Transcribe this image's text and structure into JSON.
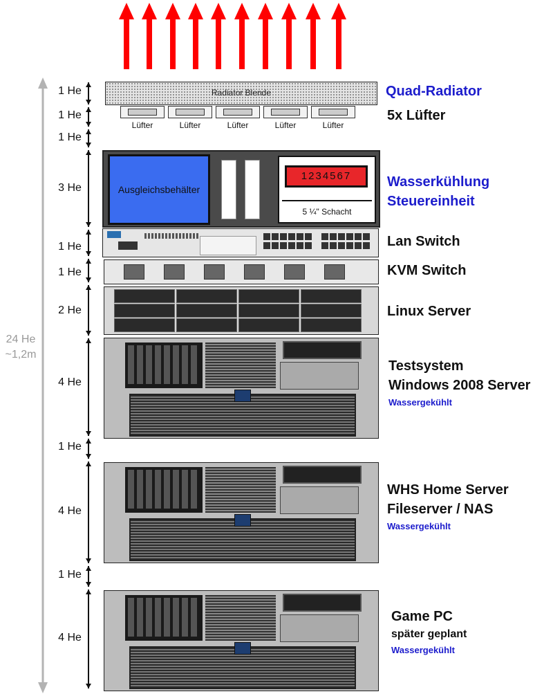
{
  "total": {
    "units": "24 He",
    "height": "~1,2m"
  },
  "units": [
    "1 He",
    "1 He",
    "1 He",
    "3 He",
    "1 He",
    "1 He",
    "2 He",
    "4 He",
    "1 He",
    "4 He",
    "1 He",
    "4 He"
  ],
  "radiator": {
    "panel_label": "Radiator Blende",
    "fan_label": "Lüfter",
    "fan_count": 5
  },
  "cooling_unit": {
    "reservoir_label": "Ausgleichsbehälter",
    "display_digits": "1234567",
    "bay_label": "5 ¼\" Schacht"
  },
  "labels": {
    "quad_radiator": "Quad-Radiator",
    "fans": "5x Lüfter",
    "water_cooling_1": "Wasserkühlung",
    "water_cooling_2": "Steuereinheit",
    "lan_switch": "Lan Switch",
    "kvm_switch": "KVM Switch",
    "linux_server": "Linux Server",
    "testsystem_1": "Testsystem",
    "testsystem_2": "Windows 2008 Server",
    "testsystem_note": "Wassergekühlt",
    "whs_1": "WHS Home Server",
    "whs_2": "Fileserver / NAS",
    "whs_note": "Wassergekühlt",
    "gamepc_1": "Game PC",
    "gamepc_2": "später geplant",
    "gamepc_note": "Wassergekühlt"
  },
  "colors": {
    "arrow": "#ff0000",
    "reservoir": "#3a6cf0",
    "display": "#e8262a",
    "label_blue": "#1c1ccc"
  }
}
